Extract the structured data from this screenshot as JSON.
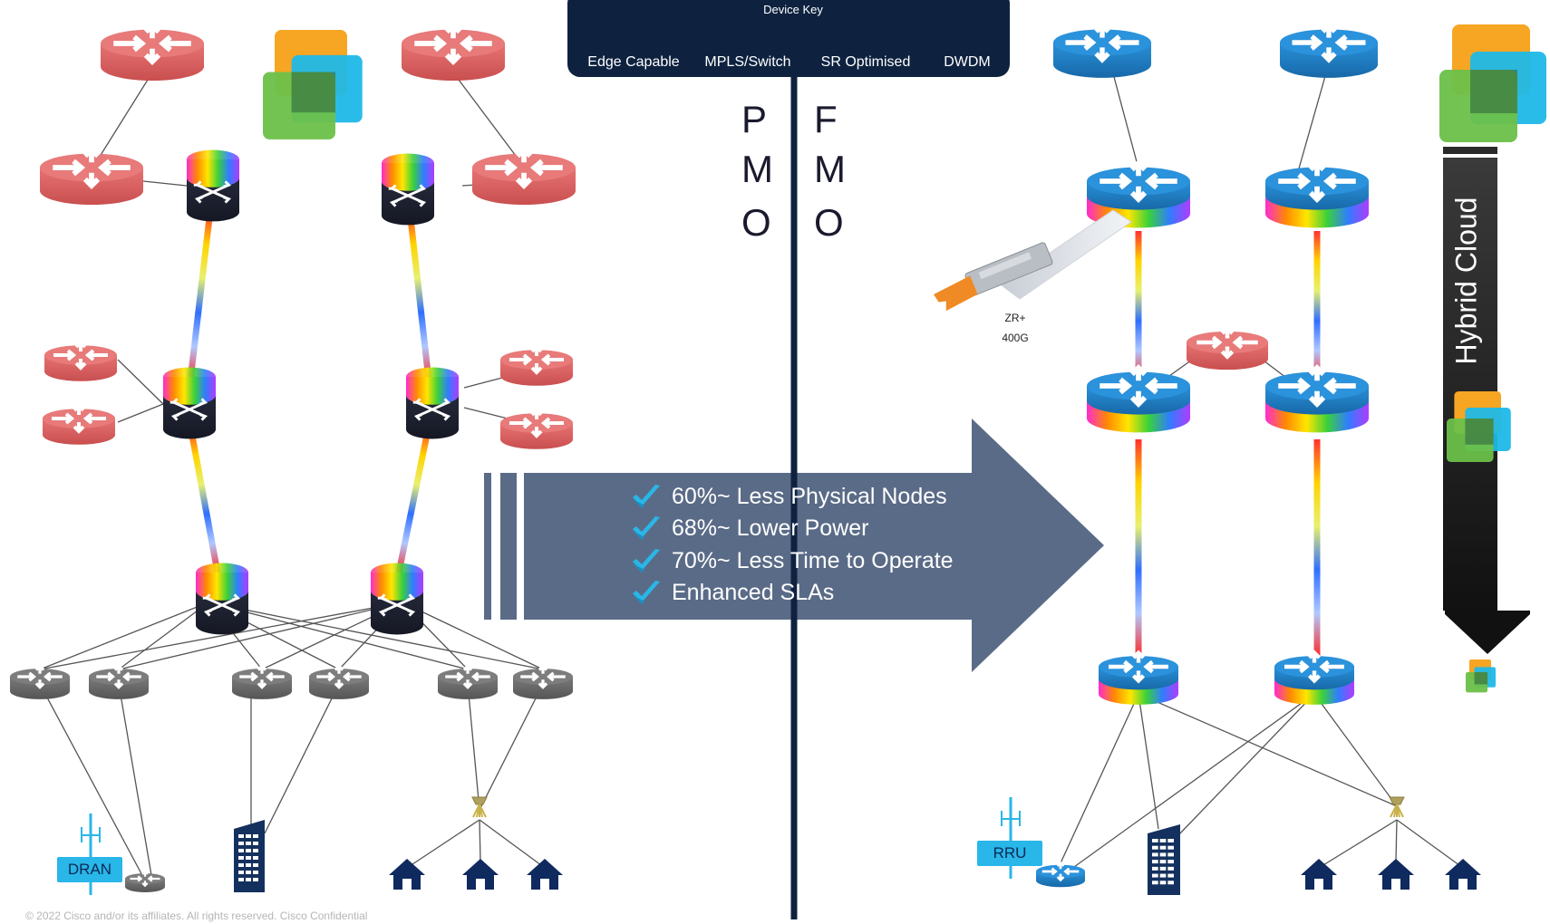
{
  "device_key": {
    "title": "Device Key",
    "items": [
      {
        "label": "Edge Capable",
        "color": "#e06666"
      },
      {
        "label": "MPLS/Switch",
        "color": "#6e6e6e"
      },
      {
        "label": "SR Optimised",
        "color": "#1f82c9"
      },
      {
        "label": "DWDM",
        "color": "#1f2433"
      }
    ],
    "panel_color": "#0e2240"
  },
  "divider": {
    "pmo_letters": [
      "P",
      "M",
      "O"
    ],
    "fmo_letters": [
      "F",
      "M",
      "O"
    ]
  },
  "benefits": [
    "60%~ Less Physical Nodes",
    "68%~ Lower Power",
    "70%~ Less Time to Operate",
    "Enhanced SLAs"
  ],
  "transceiver": {
    "line1": "ZR+",
    "line2": "400G"
  },
  "hybrid_cloud": {
    "label": "Hybrid Cloud"
  },
  "site_badges": {
    "left": "DRAN",
    "right": "RRU"
  },
  "copyright": "© 2022  Cisco and/or its affiliates. All rights reserved.   Cisco Confidential",
  "colors": {
    "edge": "#e06666",
    "mpls": "#6e6e6e",
    "sr": "#1f82c9",
    "dwdm": "#1f2433",
    "arrow": "#5a6b87",
    "divider": "#0e2240",
    "check": "#29b6e8"
  }
}
